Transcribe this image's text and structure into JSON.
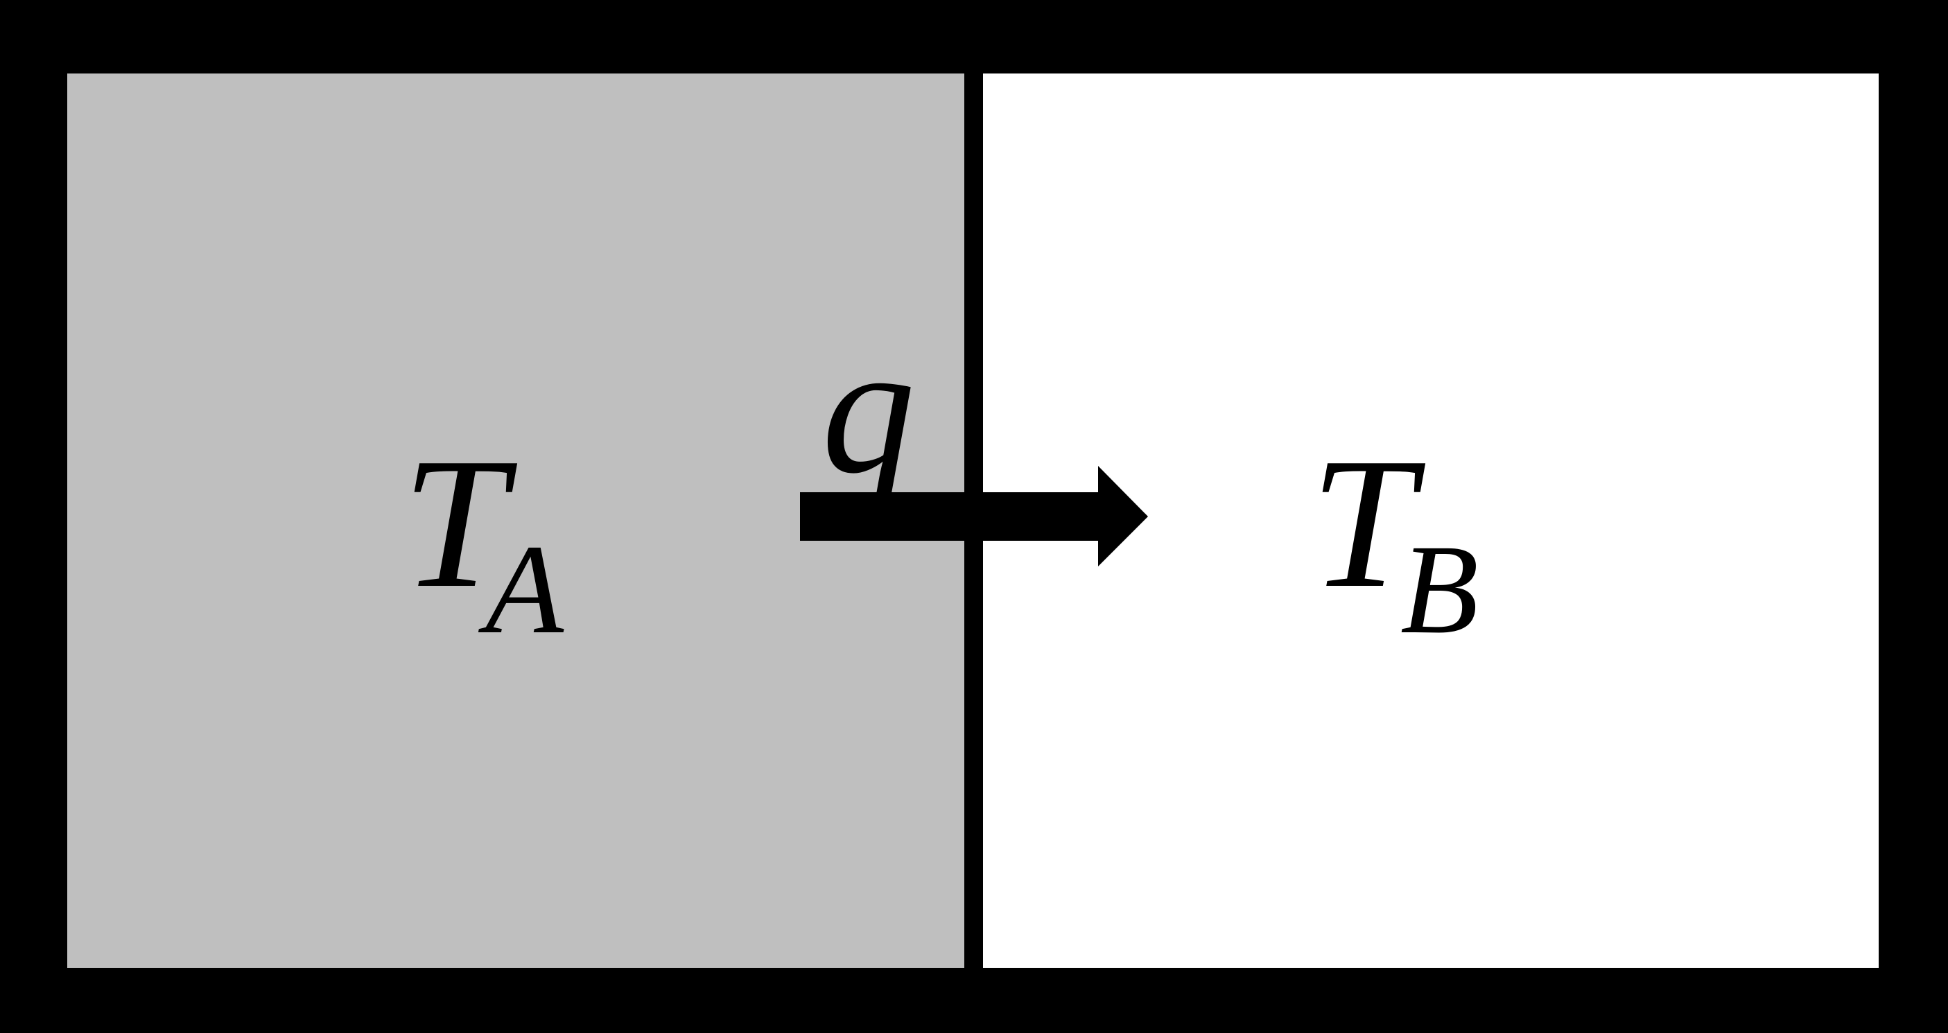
{
  "diagram": {
    "left_region": {
      "symbol": "T",
      "subscript": "A",
      "fill": "#bfbfbf"
    },
    "right_region": {
      "symbol": "T",
      "subscript": "B",
      "fill": "#ffffff"
    },
    "heat_flow": {
      "label": "q",
      "direction": "left-to-right"
    },
    "border_color": "#000000"
  }
}
